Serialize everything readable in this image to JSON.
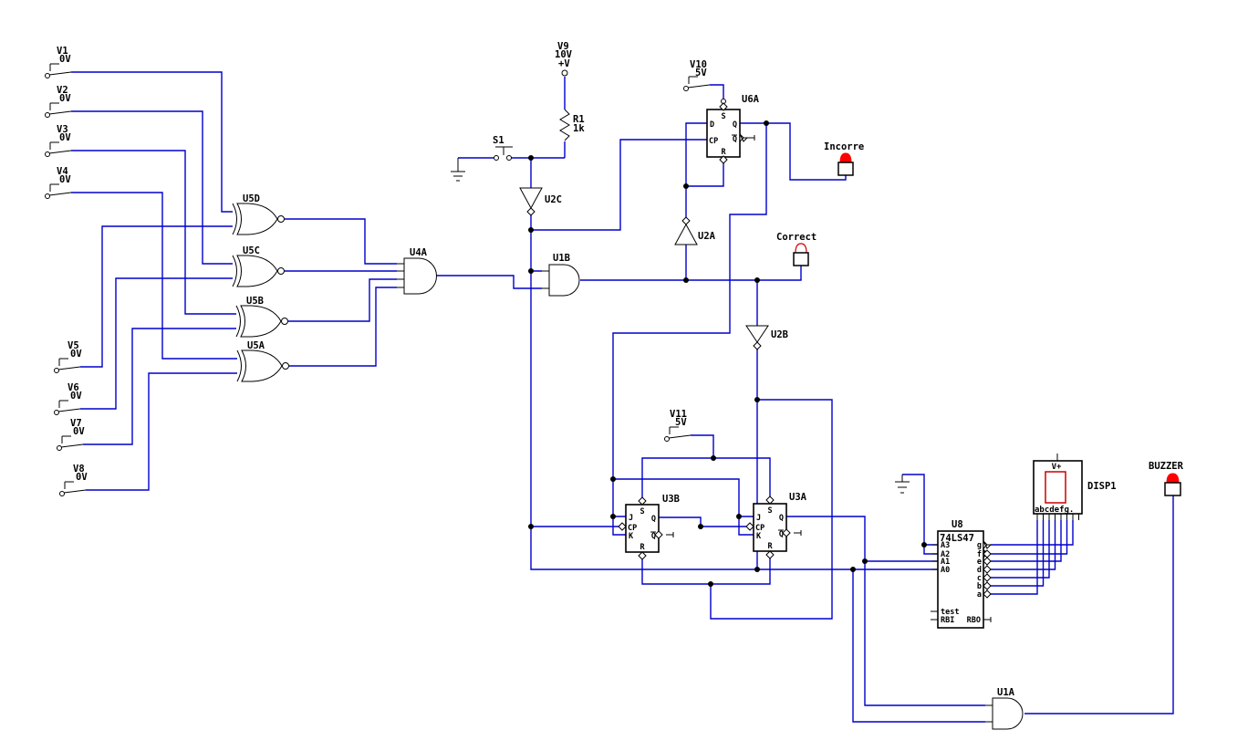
{
  "app": {
    "type": "circuit-schematic",
    "background": "#ffffff"
  },
  "colors": {
    "wire": "#0000cc",
    "outline": "#000000",
    "led_on": "#ff0000",
    "led_off_stroke": "#cc0000",
    "display_rect": "#cc0000"
  },
  "sources": {
    "v1": {
      "name": "V1",
      "value": "0V"
    },
    "v2": {
      "name": "V2",
      "value": "0V"
    },
    "v3": {
      "name": "V3",
      "value": "0V"
    },
    "v4": {
      "name": "V4",
      "value": "0V"
    },
    "v5": {
      "name": "V5",
      "value": "0V"
    },
    "v6": {
      "name": "V6",
      "value": "0V"
    },
    "v7": {
      "name": "V7",
      "value": "0V"
    },
    "v8": {
      "name": "V8",
      "value": "0V"
    },
    "v9": {
      "name": "V9",
      "value": "10V",
      "terminal": "+V"
    },
    "v10": {
      "name": "V10",
      "value": "5V"
    },
    "v11": {
      "name": "V11",
      "value": "5V"
    }
  },
  "switch_s1": {
    "label": "S1"
  },
  "resistor_r1": {
    "name": "R1",
    "value": "1k"
  },
  "gates": {
    "u5d": "U5D",
    "u5c": "U5C",
    "u5b": "U5B",
    "u5a": "U5A",
    "u4a": "U4A",
    "u1b": "U1B",
    "u1a": "U1A",
    "u2a": "U2A",
    "u2b": "U2B",
    "u2c": "U2C"
  },
  "flipflops": {
    "u6a": {
      "name": "U6A",
      "pin_s": "S",
      "pin_d": "D",
      "pin_cp": "CP",
      "pin_r": "R",
      "pin_q": "Q",
      "pin_qbar": "Q"
    },
    "u3b": {
      "name": "U3B",
      "pin_s": "S",
      "pin_j": "J",
      "pin_cp": "CP",
      "pin_k": "K",
      "pin_r": "R",
      "pin_q": "Q",
      "pin_qbar": "Q"
    },
    "u3a": {
      "name": "U3A",
      "pin_s": "S",
      "pin_j": "J",
      "pin_cp": "CP",
      "pin_k": "K",
      "pin_r": "R",
      "pin_q": "Q",
      "pin_qbar": "Q"
    }
  },
  "decoder_u8": {
    "name": "U8",
    "part": "74LS47",
    "pin_a3": "A3",
    "pin_a2": "A2",
    "pin_a1": "A1",
    "pin_a0": "A0",
    "pin_g": "g",
    "pin_f": "f",
    "pin_e": "e",
    "pin_d": "d",
    "pin_c": "c",
    "pin_b": "b",
    "pin_a": "a",
    "pin_test": "test",
    "pin_rbi": "RBI",
    "pin_rbo": "RBO"
  },
  "display_disp1": {
    "name": "DISP1",
    "power": "V+",
    "segments": "abcdefg."
  },
  "indicators": {
    "incorrect": "Incorre",
    "correct": "Correct",
    "buzzer": "BUZZER"
  }
}
